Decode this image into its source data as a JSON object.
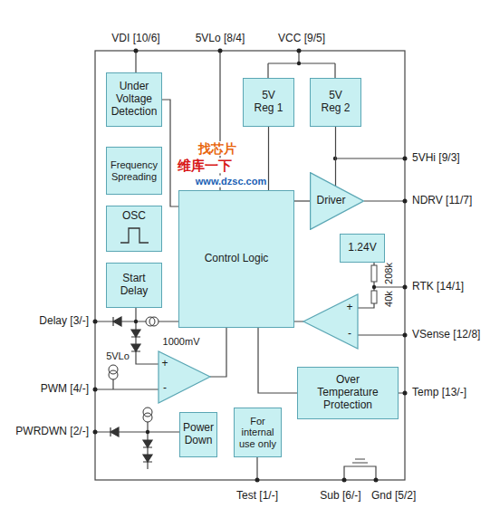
{
  "diagram": {
    "nodes": [
      {
        "text": [
          "Under Voltage Detection"
        ]
      },
      {
        "text": [
          "5V Reg 1"
        ]
      },
      {
        "text": [
          "5V Reg 2"
        ]
      },
      {
        "text": [
          "Frequency Spreading"
        ]
      },
      {
        "text": [
          "OSC"
        ]
      },
      {
        "text": [
          "Control Logic"
        ]
      },
      {
        "text": [
          "Driver"
        ]
      },
      {
        "text": [
          "Start Delay"
        ]
      },
      {
        "text": [
          "1.24V"
        ]
      },
      {
        "text": [
          "Over Temperature Protection"
        ]
      },
      {
        "text": [
          "Power Down"
        ]
      },
      {
        "text": [
          "For internal use only"
        ]
      }
    ],
    "edges": [
      {
        "from": 0,
        "to": 5,
        "arrow": "none"
      },
      {
        "from": 1,
        "to": 5,
        "arrow": "none"
      },
      {
        "from": 5,
        "to": 6,
        "arrow": "none"
      },
      {
        "from": 2,
        "to": 6,
        "arrow": "none"
      },
      {
        "from": 5,
        "to": 9,
        "arrow": "none"
      }
    ],
    "labels": [
      "VDI [10/6]",
      "5VLo [8/4]",
      "VCC [9/5]",
      "5VHi [9/3]",
      "NDRV [11/7]",
      "208k",
      "40k",
      "RTK [14/1]",
      "+",
      "-",
      "VSense [12/8]",
      "Temp [13/-]",
      "Delay [3/-]",
      "1000mV",
      "5VLo",
      "PWM [4/-]",
      "+",
      "-",
      "PWRDWN [2/-]",
      "Test [1/-]",
      "Sub [6/-]",
      "Gnd [5/2]",
      "找芯片",
      "维库一下",
      "www.dzsc.com"
    ]
  }
}
